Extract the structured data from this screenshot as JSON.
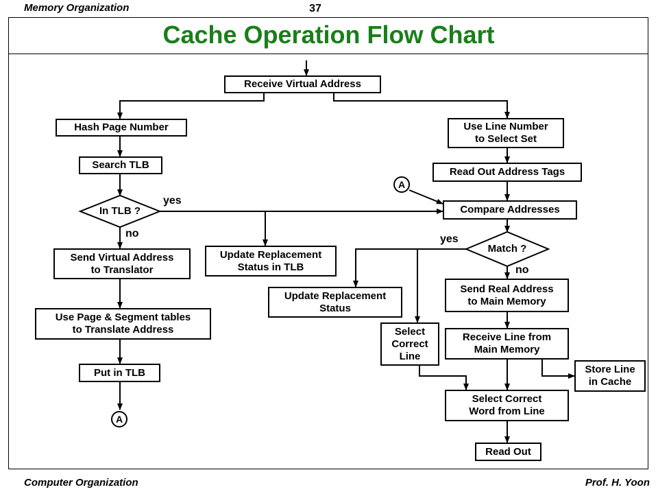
{
  "header": {
    "section": "Memory Organization",
    "page": "37"
  },
  "title": "Cache Operation Flow Chart",
  "footer": {
    "left": "Computer Organization",
    "right": "Prof.  H. Yoon"
  },
  "nodes": {
    "receive_va": "Receive Virtual Address",
    "hash_page": "Hash Page Number",
    "search_tlb": "Search TLB",
    "in_tlb": "In TLB ?",
    "send_va": "Send Virtual Address\nto Translator",
    "update_tlb": "Update Replacement\nStatus in TLB",
    "use_tables": "Use Page & Segment tables\nto Translate Address",
    "put_tlb": "Put in TLB",
    "use_line": "Use Line Number\nto Select Set",
    "read_tags": "Read Out Address Tags",
    "compare": "Compare Addresses",
    "match": "Match ?",
    "update_status": "Update Replacement\nStatus",
    "send_ra": "Send Real Address\nto Main Memory",
    "select_line": "Select\nCorrect\nLine",
    "receive_line": "Receive Line from\nMain Memory",
    "store_line": "Store Line\nin Cache",
    "select_word": "Select Correct\nWord from Line",
    "read_out": "Read Out"
  },
  "labels": {
    "yes": "yes",
    "no": "no",
    "connector": "A"
  }
}
